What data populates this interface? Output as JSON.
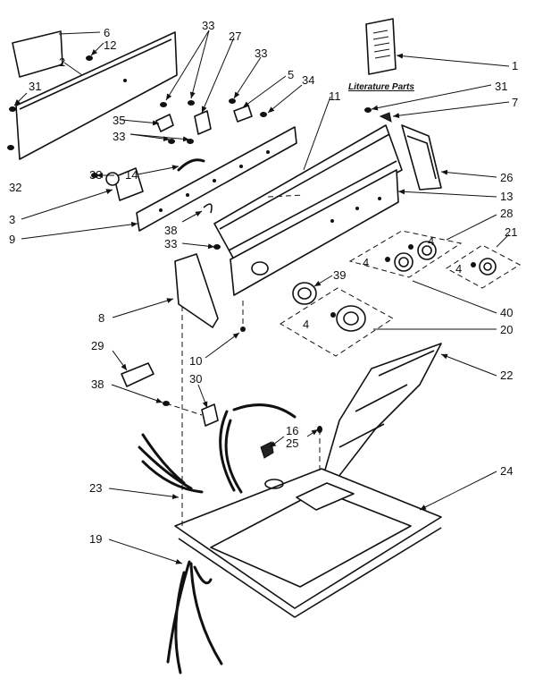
{
  "literature_text": "Literature Parts",
  "callouts": [
    "1",
    "2",
    "3",
    "4",
    "4",
    "4",
    "4",
    "5",
    "6",
    "7",
    "8",
    "9",
    "10",
    "11",
    "12",
    "13",
    "14",
    "16",
    "19",
    "20",
    "21",
    "22",
    "23",
    "24",
    "25",
    "26",
    "27",
    "28",
    "29",
    "30",
    "31",
    "31",
    "32",
    "33",
    "33",
    "33",
    "33",
    "33",
    "34",
    "35",
    "38",
    "38",
    "39",
    "40"
  ]
}
